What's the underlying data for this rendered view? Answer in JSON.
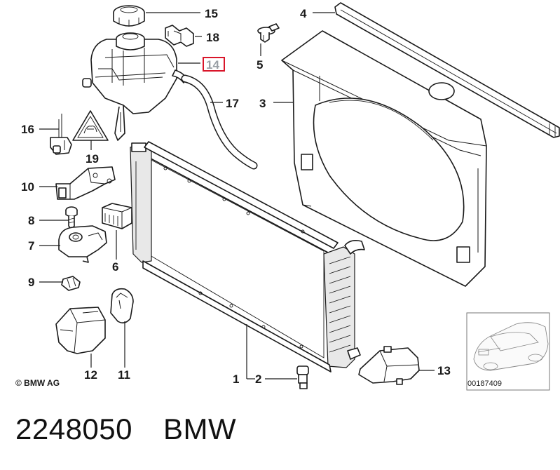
{
  "callouts": {
    "c1": "1",
    "c2": "2",
    "c3": "3",
    "c4": "4",
    "c5": "5",
    "c6": "6",
    "c7": "7",
    "c8": "8",
    "c9": "9",
    "c10": "10",
    "c11": "11",
    "c12": "12",
    "c13": "13",
    "c14": "14",
    "c15": "15",
    "c16": "16",
    "c17": "17",
    "c18": "18",
    "c19": "19"
  },
  "highlighted_callout": "14",
  "highlight_color": "#d9162a",
  "copyright": "© BMW AG",
  "inset_reference": "00187409",
  "caption": {
    "part_number": "2248050",
    "brand": "BMW"
  }
}
